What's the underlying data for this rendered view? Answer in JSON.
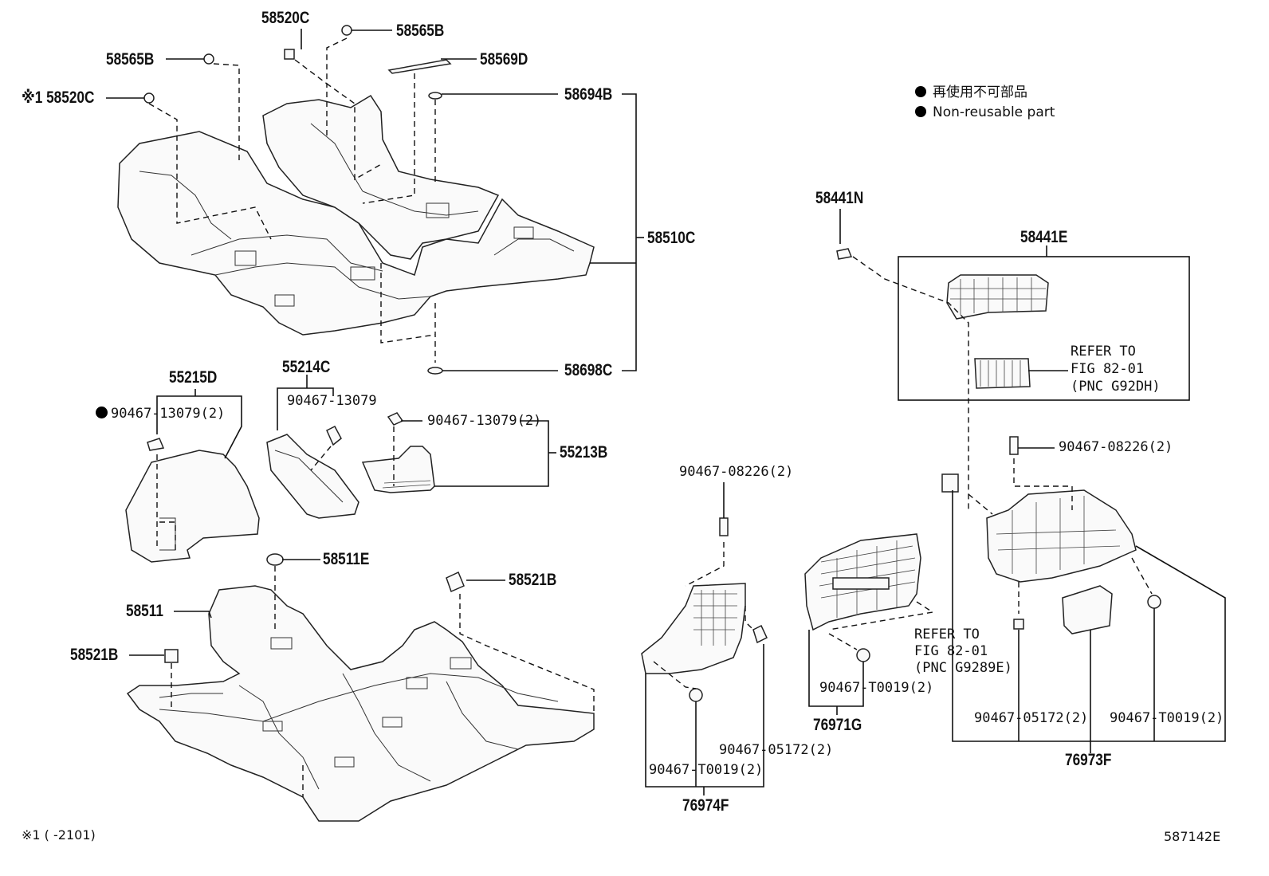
{
  "legend": [
    {
      "text": "再使用不可部品"
    },
    {
      "text": "Non-reusable part"
    }
  ],
  "footnote": "※1 (      -2101)",
  "diagram_id": "587142E",
  "labels": {
    "p58520C_top": "58520C",
    "p58565B_top": "58565B",
    "p58565B_left": "58565B",
    "p58569D": "58569D",
    "p58520C_left": "※1 58520C",
    "p58694B": "58694B",
    "p58510C": "58510C",
    "p58698C": "58698C",
    "p55215D": "55215D",
    "p90467_13079_a": "90467-13079(2)",
    "p55214C": "55214C",
    "p90467_13079_b": "90467-13079",
    "p90467_13079_c": "90467-13079(2)",
    "p55213B": "55213B",
    "p58511E": "58511E",
    "p58521B_right": "58521B",
    "p58511": "58511",
    "p58521B_left": "58521B",
    "p90467_08226_a": "90467-08226(2)",
    "p90467_05172_a": "90467-05172(2)",
    "p90467_T0019_a": "90467-T0019(2)",
    "p76974F": "76974F",
    "p90467_T0019_b": "90467-T0019(2)",
    "p76971G": "76971G",
    "p58441N": "58441N",
    "p58441E": "58441E",
    "refer1_l1": "REFER TO",
    "refer1_l2": "FIG 82-01",
    "refer1_l3": "(PNC G92DH)",
    "p90467_08226_b": "90467-08226(2)",
    "refer2_l1": "REFER TO",
    "refer2_l2": "FIG 82-01",
    "refer2_l3": "(PNC G9289E)",
    "p90467_05172_b": "90467-05172(2)",
    "p90467_T0019_c": "90467-T0019(2)",
    "p76973F": "76973F"
  }
}
